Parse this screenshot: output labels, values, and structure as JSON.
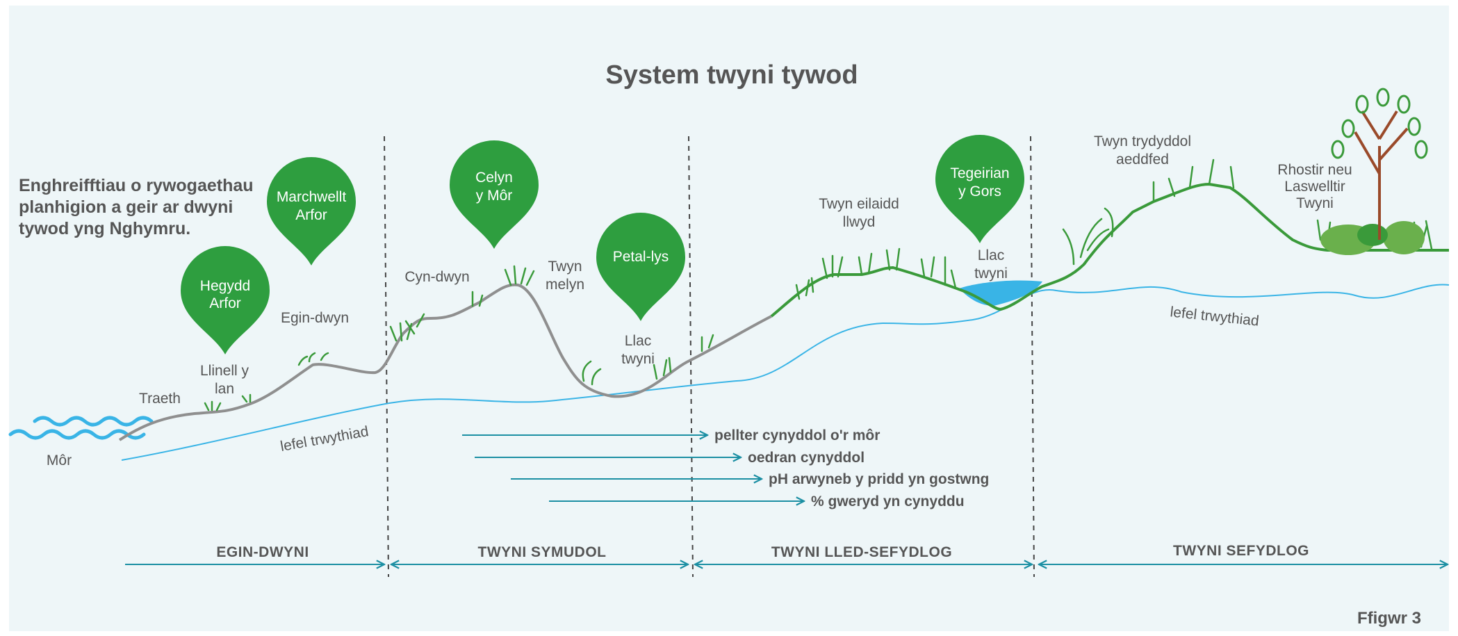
{
  "title": "System twyni tywod",
  "intro": "Enghreifftiau o rywogaethau planhigion a geir ar dwyni tywod yng Nghymru.",
  "figure_label": "Ffigwr 3",
  "colors": {
    "panel_bg": "#eef6f8",
    "pin_green": "#2e9e3f",
    "dune_green": "#3a9a3a",
    "mobile_grey": "#8f8f8f",
    "water_blue": "#39b4e6",
    "arrow_teal": "#1b8fa3",
    "text_grey": "#555555",
    "tree_brown": "#9a4a2a"
  },
  "labels": {
    "sea": "Môr",
    "beach": "Traeth",
    "strandline": [
      "Llinell y",
      "lan"
    ],
    "embryo_dune": "Egin-dwyn",
    "foredune": "Cyn-dwyn",
    "yellow_dune": [
      "Twyn",
      "melyn"
    ],
    "slack_1": [
      "Llac",
      "twyni"
    ],
    "grey_dune": [
      "Twyn eilaidd",
      "llwyd"
    ],
    "slack_2": [
      "Llac",
      "twyni"
    ],
    "mature_dune": [
      "Twyn trydyddol",
      "aeddfed"
    ],
    "heath": [
      "Rhostir neu",
      "Laswelltir",
      "Twyni"
    ]
  },
  "water_table_label": "lefel trwythiad",
  "pins": [
    {
      "name": "Hegydd Arfor",
      "lines": [
        "Hegydd",
        "Arfor"
      ]
    },
    {
      "name": "Marchwellt Arfor",
      "lines": [
        "Marchwellt",
        "Arfor"
      ]
    },
    {
      "name": "Celyn y Môr",
      "lines": [
        "Celyn",
        "y Môr"
      ]
    },
    {
      "name": "Petal-lys",
      "lines": [
        "Petal-lys"
      ]
    },
    {
      "name": "Tegeirian y Gors",
      "lines": [
        "Tegeirian",
        "y Gors"
      ]
    }
  ],
  "trend_arrows": [
    "pellter cynyddol o'r môr",
    "oedran cynyddol",
    "pH arwyneb y pridd yn gostwng",
    "% gweryd yn cynyddu"
  ],
  "zones": [
    "EGIN-DWYNI",
    "TWYNI SYMUDOL",
    "TWYNI LLED-SEFYDLOG",
    "TWYNI SEFYDLOG"
  ]
}
